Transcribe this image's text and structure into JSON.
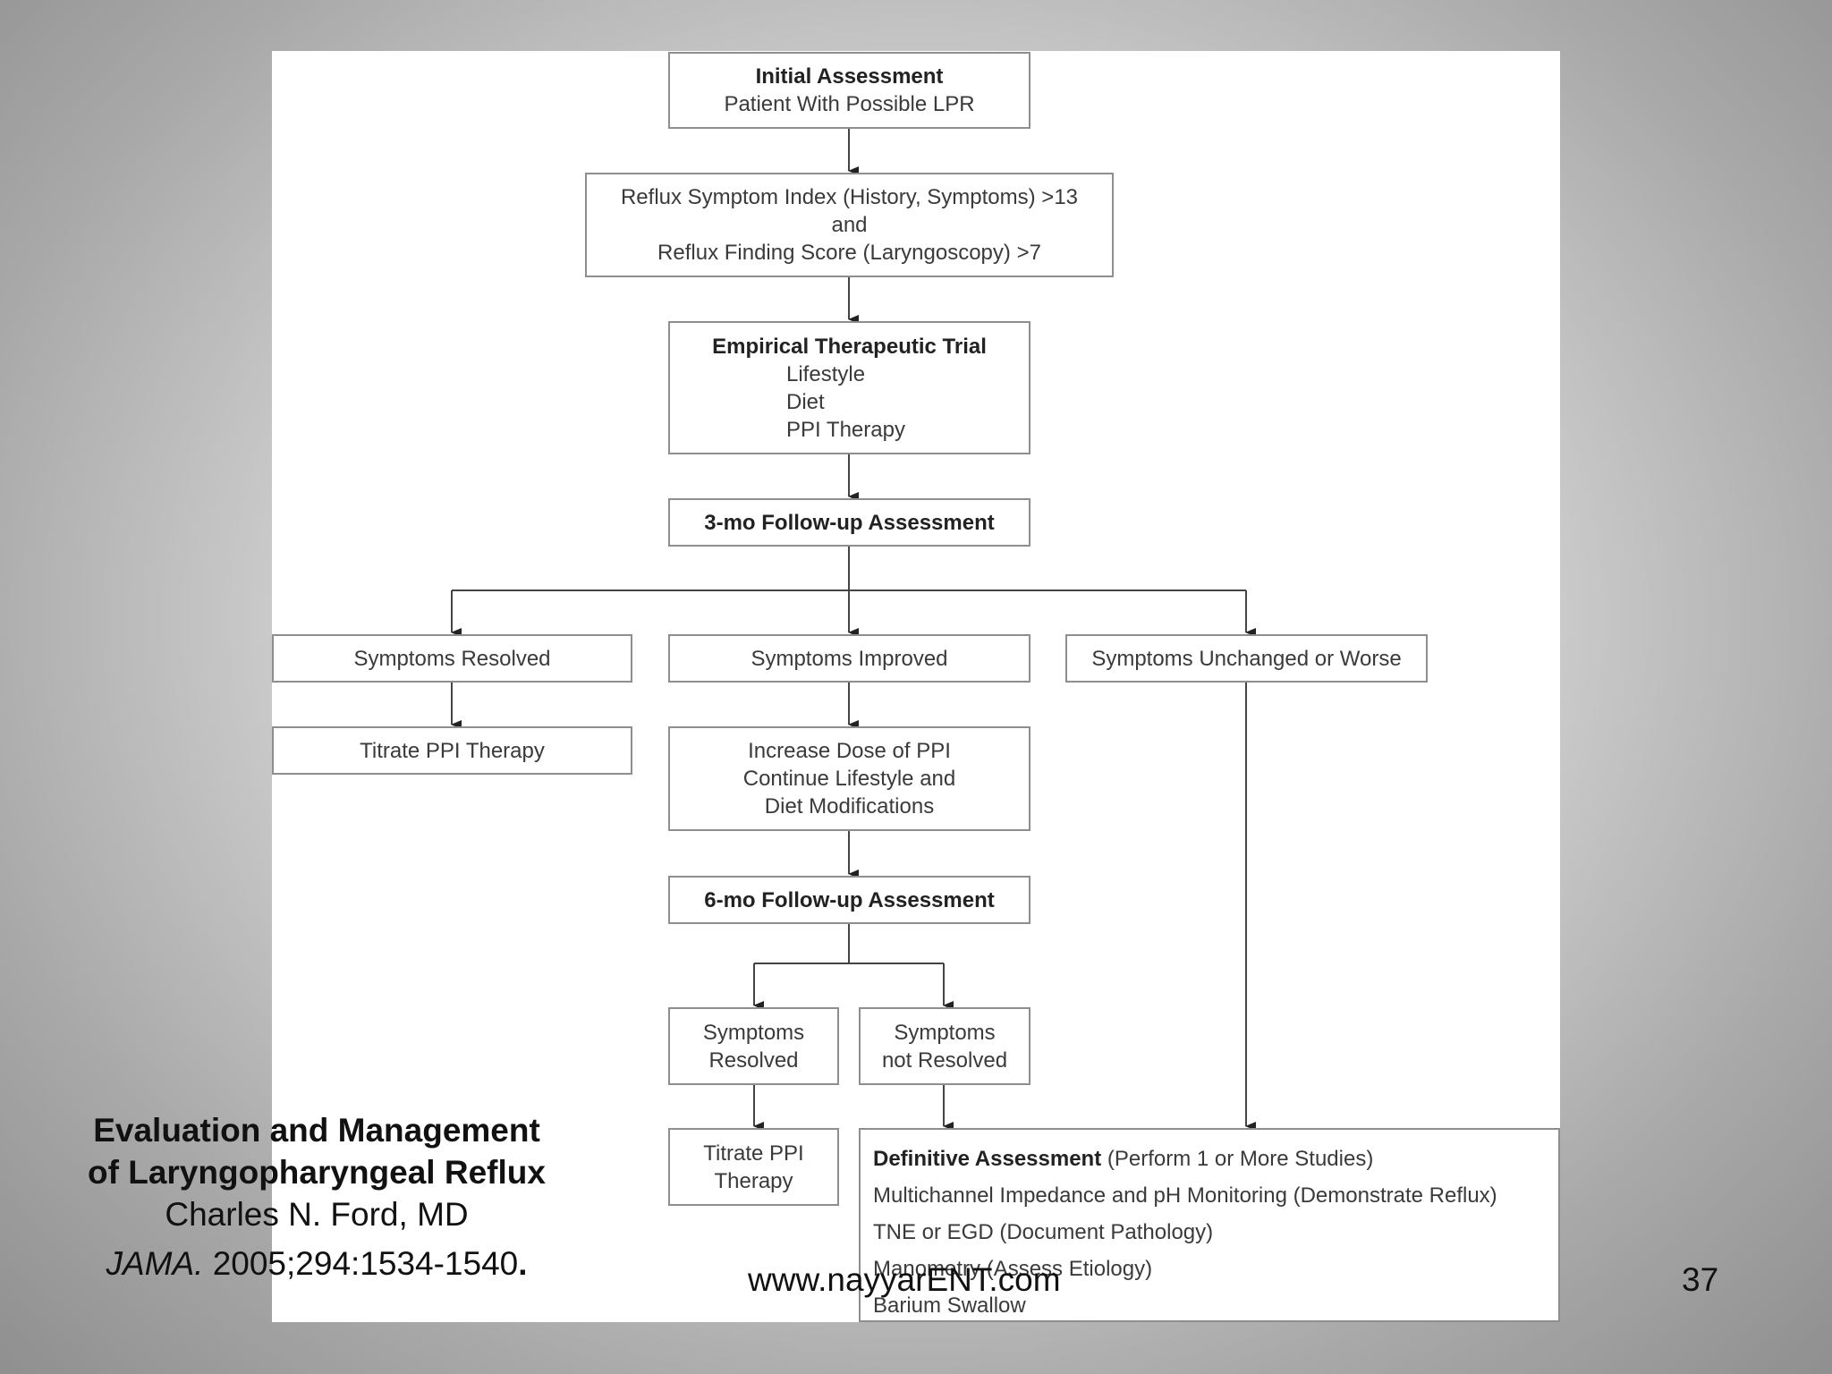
{
  "flowchart": {
    "initial": {
      "title": "Initial Assessment",
      "subtitle": "Patient With Possible LPR"
    },
    "criteria": {
      "line1": "Reflux Symptom Index (History, Symptoms) >13",
      "line2": "and",
      "line3": "Reflux Finding Score (Laryngoscopy) >7"
    },
    "trial": {
      "title": "Empirical Therapeutic Trial",
      "items": [
        "Lifestyle",
        "Diet",
        "PPI Therapy"
      ]
    },
    "followup3": "3-mo Follow-up Assessment",
    "resolved": "Symptoms Resolved",
    "improved": "Symptoms Improved",
    "unchanged": "Symptoms Unchanged or Worse",
    "titrate1": "Titrate PPI Therapy",
    "increase": {
      "line1": "Increase Dose of PPI",
      "line2": "Continue Lifestyle and",
      "line3": "Diet Modifications"
    },
    "followup6": "6-mo Follow-up Assessment",
    "resolved2": {
      "line1": "Symptoms",
      "line2": "Resolved"
    },
    "notresolved": {
      "line1": "Symptoms",
      "line2": "not Resolved"
    },
    "titrate2": {
      "line1": "Titrate PPI",
      "line2": "Therapy"
    },
    "definitive": {
      "title": "Definitive Assessment",
      "title_note": "(Perform 1 or More Studies)",
      "items": [
        "Multichannel Impedance and pH Monitoring (Demonstrate Reflux)",
        "TNE or EGD (Document Pathology)",
        "Manometry (Assess Etiology)",
        "Barium Swallow"
      ]
    }
  },
  "citation": {
    "title_line1": "Evaluation and Management",
    "title_line2": "of Laryngopharyngeal Reflux",
    "author": "Charles N. Ford, MD",
    "journal": "JAMA.",
    "reference": " 2005;294:1534-1540",
    "period": "."
  },
  "website": "www.nayyarENT.com",
  "page_number": "37"
}
